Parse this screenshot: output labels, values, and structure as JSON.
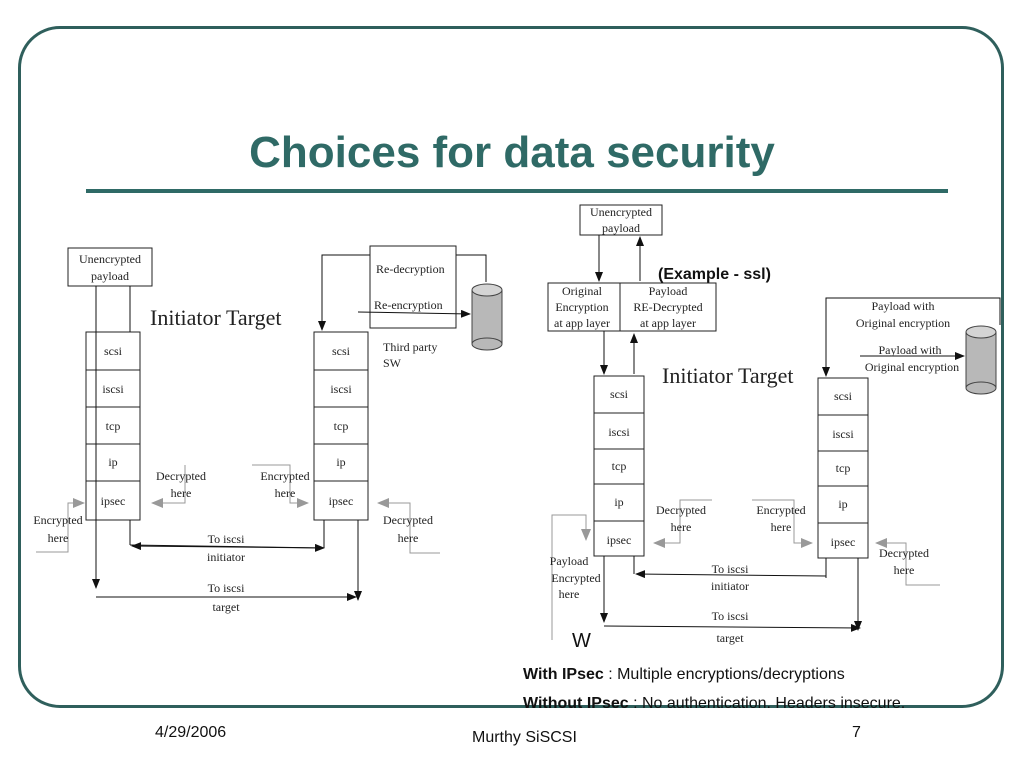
{
  "slide": {
    "title": "Choices for data security",
    "footer_date": "4/29/2006",
    "footer_author": "Murthy SiSCSI",
    "footer_page": "7"
  },
  "left_diagram": {
    "unencrypted_line1": "Unencrypted",
    "unencrypted_line2": "payload",
    "heading": "Initiator  Target",
    "stack_layers": [
      "scsi",
      "iscsi",
      "tcp",
      "ip",
      "ipsec"
    ],
    "redecryption": "Re-decryption",
    "reencryption": "Re-encryption",
    "third_party_line1": "Third party",
    "third_party_line2": "SW",
    "decrypted_initiator_line1": "Decrypted",
    "decrypted_initiator_line2": "here",
    "encrypted_target_line1": "Encrypted",
    "encrypted_target_line2": "here",
    "encrypted_initiator_line1": "Encrypted",
    "encrypted_initiator_line2": "here",
    "decrypted_target_line1": "Decrypted",
    "decrypted_target_line2": "here",
    "to_initiator_line1": "To iscsi",
    "to_initiator_line2": "initiator",
    "to_target_line1": "To iscsi",
    "to_target_line2": "target"
  },
  "right_diagram": {
    "unencrypted_line1": "Unencrypted",
    "unencrypted_line2": "payload",
    "example": "(Example - ssl)",
    "original_line1": "Original",
    "original_line2": "Encryption",
    "original_line3": "at app layer",
    "payload_line1": "Payload",
    "payload_line2": "RE-Decrypted",
    "payload_line3": "at app layer",
    "payload_with_line1": "Payload with",
    "payload_with_line2": "Original encryption",
    "payload_with2_line1": "Payload with",
    "payload_with2_line2": "Original encryption",
    "heading": "Initiator  Target",
    "stack_layers": [
      "scsi",
      "iscsi",
      "tcp",
      "ip",
      "ipsec"
    ],
    "decrypted_initiator_line1": "Decrypted",
    "decrypted_initiator_line2": "here",
    "encrypted_target_line1": "Encrypted",
    "encrypted_target_line2": "here",
    "payload_encrypted_line1": "Payload",
    "payload_encrypted_line2": "Encrypted",
    "payload_encrypted_line3": "here",
    "decrypted_target_line1": "Decrypted",
    "decrypted_target_line2": "here",
    "to_initiator_line1": "To iscsi",
    "to_initiator_line2": "initiator",
    "to_target_line1": "To iscsi",
    "to_target_line2": "target",
    "w_label": "W"
  },
  "notes": {
    "with_ipsec_label": "With IPsec",
    "with_ipsec_text": " : Multiple encryptions/decryptions",
    "without_ipsec_label": "Without IPsec",
    "without_ipsec_text": " : No authentication. Headers insecure."
  }
}
